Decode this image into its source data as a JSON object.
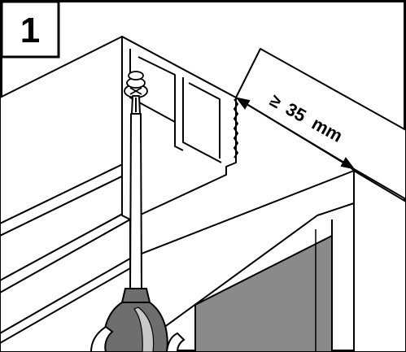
{
  "step": {
    "number": "1"
  },
  "dimension": {
    "symbol": "≥",
    "value": "35",
    "unit": "mm"
  },
  "colors": {
    "line": "#000000",
    "background": "#ffffff",
    "wall_shade": "#8a8a8a",
    "screwdriver_handle": "#6e6e6e",
    "screwdriver_handle_light": "#c8c8c8",
    "shaft": "#ffffff"
  },
  "icons": {
    "screwdriver": "screwdriver-icon",
    "screw": "screw-icon",
    "hand": "hand-icon"
  }
}
